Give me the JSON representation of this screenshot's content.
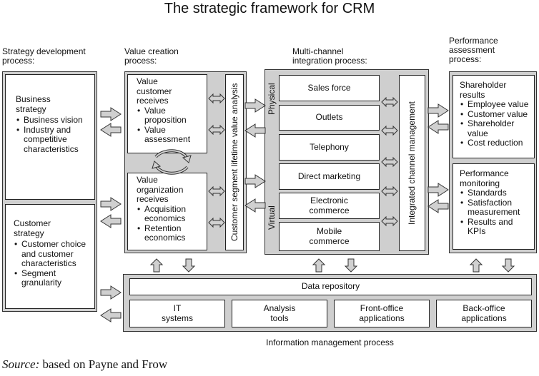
{
  "title": "The strategic framework for CRM",
  "source_label": "Source:",
  "source_text": " based on Payne and Frow",
  "headers": {
    "strategy_line1": "Strategy development",
    "strategy_line2": "process:",
    "value_line1": "Value creation",
    "value_line2": "process:",
    "multi_line1": "Multi-channel",
    "multi_line2": "integration process:",
    "perf_line1": "Performance",
    "perf_line2": "assessment",
    "perf_line3": "process:",
    "info": "Information management process"
  },
  "business_strategy": {
    "title": "Business strategy",
    "items": [
      "Business vision",
      "Industry and competitive characteristics"
    ]
  },
  "customer_strategy": {
    "title": "Customer strategy",
    "items": [
      "Customer choice and customer characteristics",
      "Segment granularity"
    ]
  },
  "value_customer": {
    "title": "Value customer receives",
    "items": [
      "Value proposition",
      "Value assessment"
    ]
  },
  "value_organization": {
    "title": "Value organization receives",
    "items": [
      "Acquisition economics",
      "Retention economics"
    ]
  },
  "lifetime_label": "Customer segment lifetime value analysis",
  "physical_label": "Physical",
  "virtual_label": "Virtual",
  "integrated_label": "Integrated channel management",
  "channels": {
    "sales_force": "Sales force",
    "outlets": "Outlets",
    "telephony": "Telephony",
    "direct_marketing": "Direct marketing",
    "electronic_line1": "Electronic",
    "electronic_line2": "commerce",
    "mobile_line1": "Mobile",
    "mobile_line2": "commerce"
  },
  "shareholder": {
    "title": "Shareholder results",
    "items": [
      "Employee value",
      "Customer value",
      "Shareholder value",
      "Cost reduction"
    ]
  },
  "performance": {
    "title": "Performance monitoring",
    "items": [
      "Standards",
      "Satisfaction measurement",
      "Results and KPIs"
    ]
  },
  "data_repository": "Data repository",
  "systems": {
    "it_line1": "IT",
    "it_line2": "systems",
    "analysis_line1": "Analysis",
    "analysis_line2": "tools",
    "front_line1": "Front-office",
    "front_line2": "applications",
    "back_line1": "Back-office",
    "back_line2": "applications"
  }
}
